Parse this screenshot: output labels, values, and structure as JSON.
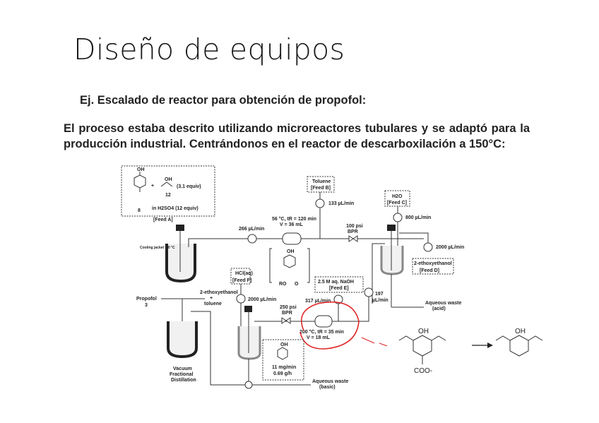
{
  "slide": {
    "title": "Diseño de equipos",
    "subtitle": "Ej. Escalado de reactor para obtención de propofol:",
    "paragraph_main": "El proceso estaba descrito utilizando microreactores tubulares y se adaptó para la producción industrial. Centrándonos en el reactor de descarboxilación a ",
    "paragraph_emph": "150°C",
    "paragraph_end": ":"
  },
  "diagram": {
    "feed_a": {
      "oh": "OH",
      "plus": "+",
      "oh2": "OH",
      "equiv": "(3.1 equiv)",
      "num12": "12",
      "num8": "8",
      "acid": "in H2SO4 (12 equiv)",
      "label": "[Feed A]"
    },
    "cooling": "Cooling jacket = 0 °C",
    "flow_a": "266 µL/min",
    "reactor1_line1": "56 °C, tR = 120 min",
    "reactor1_line2": "V = 36 mL",
    "feed_b": {
      "name": "Toluene",
      "label": "[Feed B]",
      "flow": "133 µL/min"
    },
    "bpr1": {
      "line1": "100 psi",
      "line2": "BPR"
    },
    "feed_c": {
      "name": "H2O",
      "label": "[Feed C]",
      "flow": "800 µL/min"
    },
    "feed_d": {
      "name": "2-ethoxyethanol",
      "label": "[Feed D]",
      "flow": "2000 µL/min"
    },
    "intermediate": {
      "oh": "OH",
      "ro": "RO",
      "o": "O"
    },
    "flow_197": "197",
    "flow_197_unit": "µL/min",
    "waste_acid": {
      "line1": "Aqueous waste",
      "line2": "(acid)"
    },
    "feed_e": {
      "name": "2.5 M aq. NaOH",
      "label": "[Feed E]",
      "flow": "317 µL/min"
    },
    "reactor2_line1": "200 °C, tR = 35 min",
    "reactor2_line2": "V = 18 mL",
    "bpr2": {
      "line1": "250 psi",
      "line2": "BPR"
    },
    "feed_f": {
      "name": "HCl(aq)",
      "label": "[Feed F]",
      "flow": "2000 µL/min"
    },
    "propofol": {
      "name": "Propofol",
      "num": "3"
    },
    "solvents": {
      "line1": "2-ethoxyethanol",
      "line2": "+",
      "line3": "toluene"
    },
    "distill": {
      "line1": "Vacuum",
      "line2": "Fractional",
      "line3": "Distillation"
    },
    "product": {
      "oh": "OH",
      "rate1": "11 mg/min",
      "rate2": "0.69 g/h"
    },
    "waste_basic": {
      "line1": "Aqueous waste",
      "line2": "(basic)"
    },
    "annotation_color": "#e02020"
  },
  "scheme": {
    "oh1": "OH",
    "coo": "COO-",
    "oh2": "OH"
  }
}
